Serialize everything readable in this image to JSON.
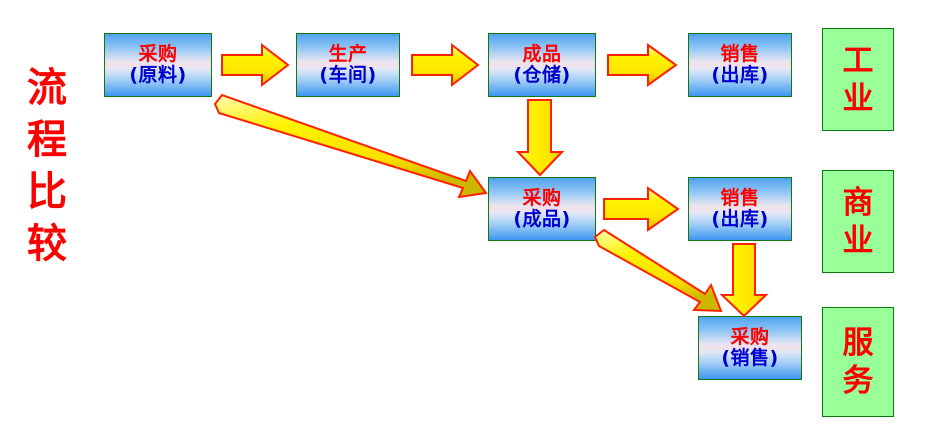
{
  "diagram": {
    "title": "流程比较",
    "title_chars": "流\n程\n比\n较",
    "background_color": "#FFFFFF",
    "box_border_color": "#117711",
    "box_text_primary_color": "#FF0000",
    "box_text_secondary_color": "#0000CC",
    "category_fill_color": "#99FF99",
    "category_border_color": "#0A7A0A",
    "arrow_fill_color": "#FFFF00",
    "arrow_outline_color": "#FF0000"
  },
  "rows": [
    {
      "category": "工业",
      "category_chars": "工\n业",
      "steps": [
        {
          "title": "采购",
          "detail": "(原料)"
        },
        {
          "title": "生产",
          "detail": "(车间)"
        },
        {
          "title": "成品",
          "detail": "(仓储)"
        },
        {
          "title": "销售",
          "detail": "(出库)"
        }
      ]
    },
    {
      "category": "商业",
      "category_chars": "商\n业",
      "steps": [
        {
          "title": "采购",
          "detail": "(成品)"
        },
        {
          "title": "销售",
          "detail": "(出库)"
        }
      ]
    },
    {
      "category": "服务",
      "category_chars": "服\n务",
      "steps": [
        {
          "title": "采购",
          "detail": "(销售)"
        }
      ]
    }
  ],
  "connectors": [
    {
      "name": "arrow-purchase-to-production",
      "kind": "horizontal"
    },
    {
      "name": "arrow-production-to-finished",
      "kind": "horizontal"
    },
    {
      "name": "arrow-finished-to-sales",
      "kind": "horizontal"
    },
    {
      "name": "arrow-purchase-raw-to-purchase-finished",
      "kind": "diagonal"
    },
    {
      "name": "arrow-finished-down-to-purchase-finished",
      "kind": "vertical"
    },
    {
      "name": "arrow-purchase-finished-to-sales-commerce",
      "kind": "horizontal"
    },
    {
      "name": "arrow-purchase-finished-to-purchase-service",
      "kind": "diagonal"
    },
    {
      "name": "arrow-sales-commerce-down-to-purchase-service",
      "kind": "vertical"
    }
  ]
}
